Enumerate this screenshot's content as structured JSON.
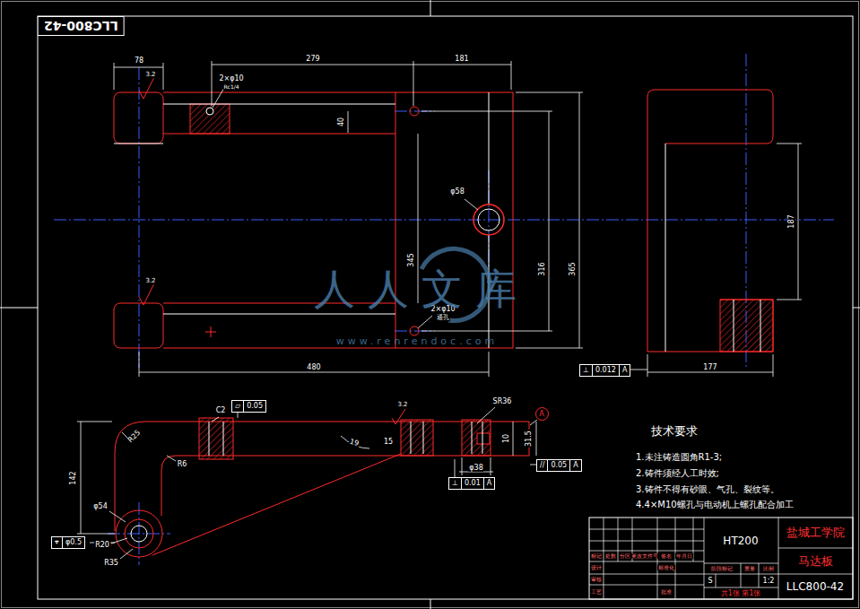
{
  "diagram": {
    "nodes": [
      {
        "text": [
          "LLC800-42"
        ]
      },
      {
        "text": [
          "A"
        ]
      },
      {
        "text": [
          "▱",
          "0.05"
        ]
      },
      {
        "text": [
          "⊥",
          "0.01",
          "A"
        ]
      },
      {
        "text": [
          "//",
          "0.05",
          "A"
        ]
      },
      {
        "text": [
          "⊥",
          "0.012",
          "A"
        ]
      },
      {
        "text": [
          "⌖",
          "φ0.5"
        ]
      }
    ],
    "labels": [
      "78",
      "279",
      "181",
      "2×φ10",
      "Rc1/4",
      "40",
      "φ58",
      "345",
      "316",
      "365",
      "3.2",
      "3.2",
      "2×φ10",
      "通孔",
      "480",
      "187",
      "177",
      "C2",
      "R25",
      "R6",
      "142",
      "φ54",
      "R20",
      "R35",
      "3.2",
      "SR36",
      "19",
      "15",
      "φ38",
      "10",
      "31.5",
      "技术要求",
      "1.未注铸造圆角R1-3;",
      "2.铸件须经人工时效;",
      "3.铸件不得有砂眼、气孔、裂纹等。",
      "4.4×M10螺孔与电动机上螺孔配合加工",
      "HT200",
      "盐城工学院",
      "马达板",
      "LLC800-42",
      "S",
      "1:2",
      "共1张 第1张",
      "标记",
      "处数",
      "分区",
      "更改文件号",
      "签名",
      "年月日",
      "设计",
      "标准化",
      "阶段标记",
      "重量",
      "比例",
      "审核",
      "工艺",
      "批准",
      "人人文库",
      "www.renrendoc.com"
    ]
  }
}
